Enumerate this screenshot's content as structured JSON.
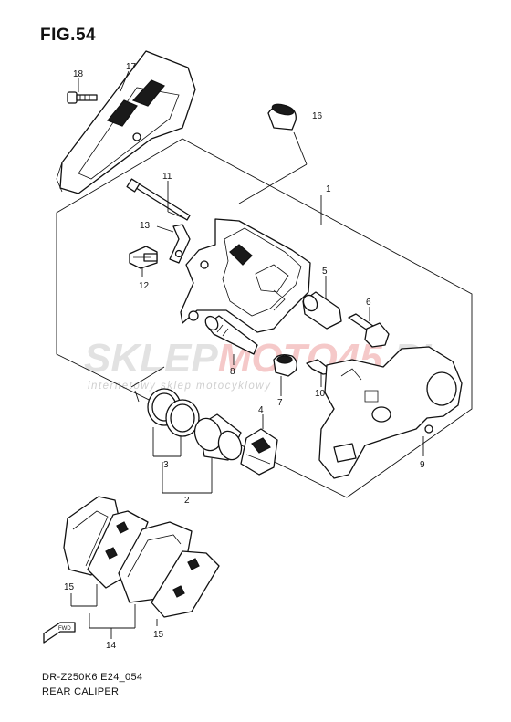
{
  "figure": {
    "title": "FIG.54",
    "model_code": "DR-Z250K6 E24_054",
    "assembly_name": "REAR CALIPER"
  },
  "watermark": {
    "brand_part1": "SKLEP",
    "brand_part2": "MOTO",
    "brand_part3": "45",
    "brand_part4": ".PL",
    "tagline": "internetowy sklep motocyklowy"
  },
  "direction_marker": {
    "label": "FWD"
  },
  "callouts": {
    "c1": "1",
    "c2": "2",
    "c3": "3",
    "c4": "4",
    "c5": "5",
    "c6": "6",
    "c7": "7",
    "c8": "8",
    "c9": "9",
    "c10": "10",
    "c11": "11",
    "c12": "12",
    "c13": "13",
    "c14": "14",
    "c15a": "15",
    "c15b": "15",
    "c16": "16",
    "c17": "17",
    "c18": "18"
  }
}
